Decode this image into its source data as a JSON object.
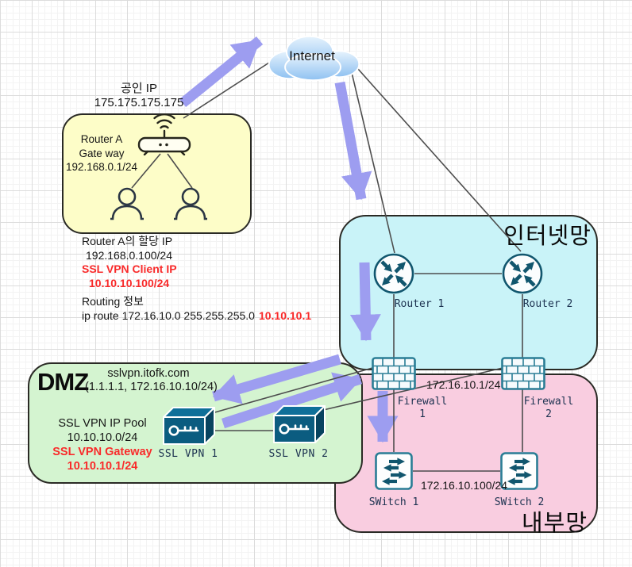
{
  "colors": {
    "zone_yellow": "#fdfdc8",
    "zone_cyan": "#c9f3f8",
    "zone_pink": "#f9cde0",
    "zone_green": "#d4f4d0",
    "arrow_purple": "#9d9df0",
    "line_gray": "#4d4d4d",
    "accent_red": "#f92a2a",
    "device_teal": "#11566e",
    "firewall_border": "#2a7d95"
  },
  "internet": {
    "label": "Internet"
  },
  "public_ip": {
    "title": "공인 IP",
    "value": "175.175.175.175"
  },
  "home": {
    "router_name": "Router A",
    "gateway_label": "Gate way",
    "gateway_ip": "192.168.0.1/24"
  },
  "home_notes": {
    "assigned_title": "Router A의 할당 IP",
    "assigned_ip": "192.168.0.100/24",
    "client_title": "SSL VPN Client IP",
    "client_ip": "10.10.10.100/24",
    "routing_title": "Routing 정보",
    "routing_cmd": "ip route 172.16.10.0 255.255.255.0",
    "routing_nexthop": "10.10.10.1"
  },
  "internet_zone": {
    "label": "인터넷망",
    "router1_label": "Router 1",
    "router2_label": "Router 2",
    "firewall1_label": "Firewall\n1",
    "firewall2_label": "Firewall\n2",
    "firewall_link_ip": "172.16.10.1/24"
  },
  "internal_zone": {
    "label": "내부망",
    "switch1_label": "SWitch 1",
    "switch2_label": "SWitch 2",
    "switch_link_ip": "172.16.10.100/24"
  },
  "dmz": {
    "label": "DMZ",
    "domain": "sslvpn.itofk.com",
    "domain_ips": "(1.1.1.1, 172.16.10.10/24)",
    "pool_title": "SSL VPN IP Pool",
    "pool_ip": "10.10.10.0/24",
    "gateway_title": "SSL VPN Gateway",
    "gateway_ip": "10.10.10.1/24",
    "vpn1_label": "SSL VPN 1",
    "vpn2_label": "SSL VPN 2"
  }
}
